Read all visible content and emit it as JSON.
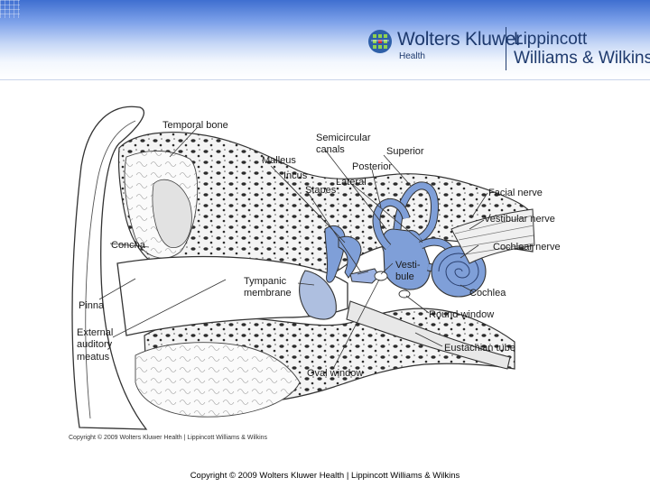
{
  "header": {
    "logo": {
      "company": "Wolters Kluwer",
      "division": "Health",
      "imprint_line1": "Lippincott",
      "imprint_line2": "Williams & Wilkins"
    },
    "colors": {
      "top": "#3f6fd0",
      "fade": "#ffffff",
      "logo_text": "#1e3a6e"
    }
  },
  "diagram": {
    "labels": {
      "temporal_bone": "Temporal bone",
      "semicircular_canals_1": "Semicircular",
      "semicircular_canals_2": "canals",
      "superior": "Superior",
      "posterior": "Posterior",
      "lateral": "Lateral",
      "malleus": "Malleus",
      "incus": "Incus",
      "stapes": "Stapes",
      "facial_nerve": "Facial nerve",
      "vestibular_nerve": "Vestibular nerve",
      "cochlear_nerve": "Cochlear nerve",
      "concha": "Concha",
      "vestibule_1": "Vesti-",
      "vestibule_2": "bule",
      "cochlea": "Cochlea",
      "tympanic_membrane_1": "Tympanic",
      "tympanic_membrane_2": "membrane",
      "round_window": "Round window",
      "pinna": "Pinna",
      "external_auditory_meatus_1": "External",
      "external_auditory_meatus_2": "auditory",
      "external_auditory_meatus_3": "meatus",
      "eustachian_tube": "Eustachian tube",
      "oval_window": "Oval window"
    },
    "figure_copyright": "Copyright © 2009 Wolters Kluwer Health | Lippincott Williams & Wilkins",
    "colors": {
      "inner_ear": "#7f9fd8",
      "outline": "#333333",
      "bone": "#f4f4f4"
    }
  },
  "footer": {
    "copyright": "Copyright © 2009 Wolters Kluwer Health | Lippincott Williams & Wilkins"
  }
}
